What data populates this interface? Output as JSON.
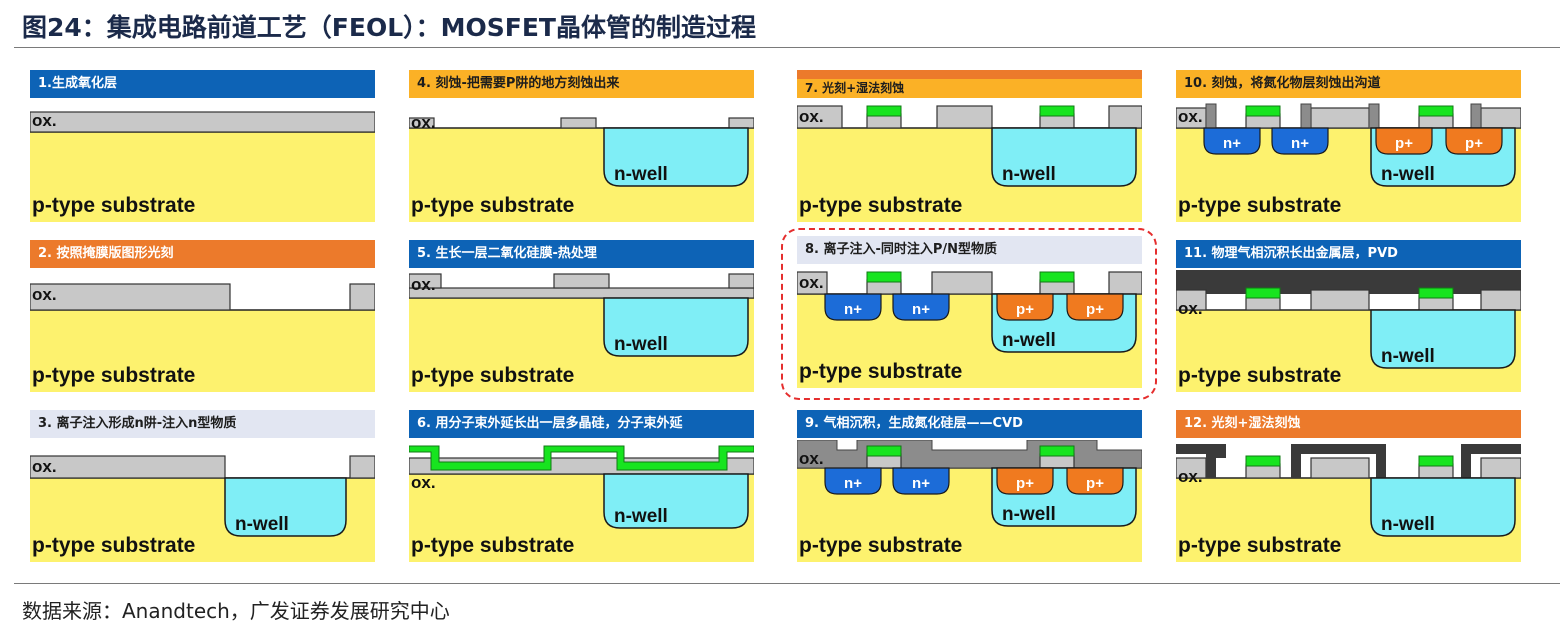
{
  "title": "图24：集成电路前道工艺（FEOL）：MOSFET晶体管的制造过程",
  "source": "数据来源：Anandtech，广发证券发展研究中心",
  "labels": {
    "ox": "ox.",
    "substrate": "p-type substrate",
    "nwell": "n-well",
    "nplus": "n+",
    "pplus": "p+"
  },
  "colors": {
    "header_blue": "#0d63b6",
    "header_orange": "#ec7a2b",
    "header_gold": "#fbb126",
    "header_light": "#e2e6f2",
    "substrate": "#fdf26e",
    "oxide": "#c8c8c8",
    "nwell": "#7feef6",
    "nplus": "#1c6cd8",
    "pplus": "#f07a1f",
    "polysilicon": "#17e41f",
    "nitride": "#8c8c8c",
    "metal": "#3a3a3a",
    "highlight_border": "#e52e2e"
  },
  "steps": [
    {
      "label": "1.生成氧化层"
    },
    {
      "label": "2. 按照掩膜版图形光刻"
    },
    {
      "label": "3. 离子注入形成n阱-注入n型物质"
    },
    {
      "label": "4. 刻蚀-把需要P阱的地方刻蚀出来"
    },
    {
      "label": "5. 生长一层二氧化硅膜-热处理"
    },
    {
      "label": "6. 用分子束外延长出一层多晶硅，分子束外延"
    },
    {
      "label": "7. 光刻+湿法刻蚀"
    },
    {
      "label": "8. 离子注入-同时注入P/N型物质"
    },
    {
      "label": "9. 气相沉积，生成氮化硅层——CVD"
    },
    {
      "label": "10. 刻蚀，将氮化物层刻蚀出沟道"
    },
    {
      "label": "11. 物理气相沉积长出金属层，PVD"
    },
    {
      "label": "12. 光刻+湿法刻蚀"
    }
  ]
}
